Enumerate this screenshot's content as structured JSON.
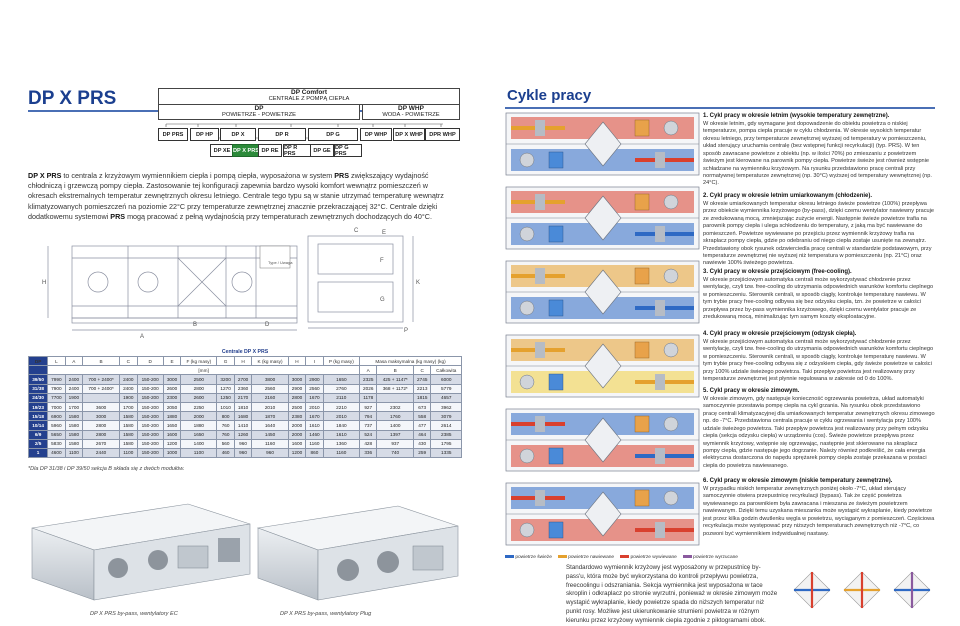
{
  "page": {
    "title_left": "DP X PRS",
    "title_right": "Cykle pracy"
  },
  "family": {
    "top": {
      "title": "DP Comfort",
      "sub": "CENTRALE Z POMPĄ CIEPŁA"
    },
    "dp": {
      "title": "DP",
      "sub": "POWIETRZE - POWIETRZE"
    },
    "whp": {
      "title": "DP WHP",
      "sub": "WODA - POWIETRZE"
    },
    "row1": [
      "DP PRS",
      "DP HP",
      "DP X",
      "DP R",
      "DP G",
      "DP WHP",
      "DP X WHP",
      "DPR WHP"
    ],
    "row2": [
      "DP XE",
      "DP X PRS",
      "DP RE",
      "DP R PRS",
      "DP GE",
      "DP G PRS"
    ]
  },
  "intro": {
    "bold_start": "DP X PRS",
    "text1": " to centrala z krzyżowym wymiennikiem ciepła i pompą ciepła, wyposażona w system ",
    "bold_mid": "PRS",
    "text2": " zwiększający wydajność chłodniczą i grzewczą pompy ciepła. Zastosowanie tej konfiguracji zapewnia bardzo wysoki komfort wewnątrz pomieszczeń w okresach ekstremalnych temperatur zewnętrznych okresu letniego. Centrale tego typu są w stanie utrzymać temperaturę wewnątrz klimatyzowanych pomieszczeń na poziomie 22°C przy temperaturze zewnętrznej znacznie przekraczającej 32°C. Centrale dzięki dodatkowemu systemowi ",
    "bold_end": "PRS",
    "text3": " mogą pracować z pełną wydajnością przy temperaturach zewnętrznych dochodzących do 40°C."
  },
  "drawing": {
    "dims": [
      "A",
      "B",
      "C",
      "D",
      "E",
      "F",
      "G",
      "H",
      "K",
      "P"
    ],
    "warning": "Type / Uwaga"
  },
  "table": {
    "title": "Centrale DP X PRS",
    "headers": [
      "DP",
      "L",
      "A",
      "B",
      "C",
      "D",
      "E",
      "F (kg masy)",
      "G",
      "H",
      "K (kg masy)",
      "H",
      "I",
      "P (kg masy)",
      "Masa maksymalna (kg masy) (kg)"
    ],
    "unit": "[mm]",
    "mass_sub": [
      "A",
      "B",
      "C",
      "Całkowita"
    ],
    "rows": [
      [
        "39/50",
        "7990",
        "2400",
        "700 + 2400*",
        "2400",
        "150-200",
        "3000",
        "2500",
        "3200",
        "2700",
        "3800",
        "3000",
        "2900",
        "1650",
        "2325",
        "425 + 1147*",
        "2745",
        "6000"
      ],
      [
        "31/38",
        "7900",
        "2400",
        "700 + 2400*",
        "2400",
        "150-200",
        "2600",
        "2800",
        "1270",
        "2360",
        "2560",
        "2900",
        "2560",
        "2760",
        "2026",
        "368 + 1172*",
        "2213",
        "5779"
      ],
      [
        "24/30",
        "7700",
        "1900",
        "",
        "1900",
        "150-200",
        "2300",
        "2600",
        "1250",
        "2170",
        "2160",
        "2800",
        "1670",
        "2110",
        "1178",
        "",
        "1815",
        "4657"
      ],
      [
        "19/23",
        "7000",
        "1700",
        "3600",
        "1700",
        "150-200",
        "2050",
        "2250",
        "1010",
        "1810",
        "2010",
        "2500",
        "2010",
        "2210",
        "927",
        "2302",
        "673",
        "3962"
      ],
      [
        "15/18",
        "6900",
        "1580",
        "3000",
        "1580",
        "150-200",
        "1880",
        "2000",
        "800",
        "1680",
        "1870",
        "2380",
        "1670",
        "2010",
        "794",
        "1760",
        "558",
        "3079"
      ],
      [
        "10/14",
        "5960",
        "1580",
        "2800",
        "1580",
        "150-200",
        "1650",
        "1880",
        "760",
        "1410",
        "1640",
        "2000",
        "1610",
        "1840",
        "737",
        "1400",
        "477",
        "2614"
      ],
      [
        "6/9",
        "5650",
        "1580",
        "2800",
        "1580",
        "150-200",
        "1600",
        "1650",
        "760",
        "1260",
        "1450",
        "2000",
        "1460",
        "1610",
        "524",
        "1397",
        "464",
        "2385"
      ],
      [
        "2/5",
        "5830",
        "1580",
        "2670",
        "1580",
        "150-200",
        "1200",
        "1400",
        "560",
        "960",
        "1160",
        "1600",
        "1160",
        "1360",
        "428",
        "937",
        "430",
        "1795"
      ],
      [
        "1",
        "4600",
        "1100",
        "2440",
        "1100",
        "150-200",
        "1000",
        "1100",
        "460",
        "960",
        "960",
        "1200",
        "860",
        "1160",
        "336",
        "740",
        "259",
        "1335"
      ]
    ],
    "footnote": "*Dla DP 31/38 i DP 39/50 sekcja B składa się z dwóch modułów."
  },
  "renders": {
    "left_caption": "DP X PRS by-pass, wentylatory EC",
    "right_caption": "DP X PRS by-pass, wentylatory Plug"
  },
  "cycles": [
    {
      "heading": "1. Cykl pracy w okresie letnim (wysokie temperatury zewnętrzne).",
      "body": "W okresie letnim, gdy wymagane jest dopowadzenie do obiektu powietrza o niskiej temperaturze, pompa ciepła pracuje w cyklu chłodzenia. W okresie wysokich temperatur okresu letniego, przy temperaturze zewnętrznej wyższej od temperatury w pomieszczeniu, układ sterujący uruchamia centralę (bez wstępnej funkcji recyrkulacji) (typ. PRS). W ten sposób zawracane powietrze z obiektu (np. w ilości 70%) po zmieszaniu z powietrzem świeżym jest kierowane na parownik pompy ciepła. Powietrze świeże jest również wstępnie schładzane na wymienniku krzyżowym. Na rysunku przedstawiono pracę centrali przy normatywnej temperaturze zewnętrznej (np. 30°C) wyższej od temperatury wewnętrznej (np. 24°C)."
    },
    {
      "heading": "2. Cykl pracy w okresie letnim umiarkowanym (chłodzenie).",
      "body": "W okresie umiarkowanych temperatur okresu letniego świeże powietrze (100%) przepływa przez obiekcie wymiennika krzyżowego (by-pass), dzięki czemu wentylator nawiewny pracuje ze zredukowaną mocą, zmniejszając zużycie energii. Następnie świeże powietrze trafia na parownik pompy ciepła i ulega schłodzeniu do temperatury, z jaką ma być nawiewane do pomieszczeń. Powietrze wywiewane po przejściu przez wymiennik krzyżowy trafia na skraplacz pompy ciepła, gdzie po odebraniu od niego ciepła zostaje usunięte na zewnątrz. Przedstawiony obok rysunek odzwierciedla pracę centrali w standardzie podstawowym, przy temperaturze zewnętrznej nie wyższej niż temperatura w pomieszczeniu (np. 21°C) oraz nawiewie 100% świeżego powietrza."
    },
    {
      "heading": "3. Cykl pracy w okresie przejściowym (free-cooling).",
      "body": "W okresie przejściowym automatyka centrali może wykorzystywać chłodzenie przez wentylację, czyli tzw. free-cooling do utrzymania odpowiednich warunków komfortu cieplnego w pomieszczeniu. Sterownik centrali, w sposób ciągły, kontroluje temperaturę nawiewu. W tym trybie pracy free-cooling odbywa się bez odzysku ciepła, tzn. że powietrze w całości przepływa przez by-pass wymiennika krzyżowego, dzięki czemu wentylator pracuje ze zredukowaną mocą, minimalizując tym samym koszty eksploatacyjne."
    },
    {
      "heading": "4. Cykl pracy w okresie przejściowym (odzysk ciepła).",
      "body": "W okresie przejściowym automatyka centrali może wykorzystywać chłodzenie przez wentylację, czyli tzw. free-cooling do utrzymania odpowiednich warunków komfortu cieplnego w pomieszczeniu. Sterownik centrali, w sposób ciągły, kontroluje temperaturę nawiewu. W tym trybie pracy free-cooling odbywa się z odzyskiem ciepła, gdy świeże powietrze w całości przy 100% udziale świeżego powietrza. Taki przepływ powietrza jest realizowany przy temperaturze zewnętrznej jest płynnie regulowana w zakresie od 0 do 100%."
    },
    {
      "heading": "5. Cykl pracy w okresie zimowym.",
      "body": "W okresie zimowym, gdy następuje konieczność ogrzewania powietrza, układ automatyki samoczynnie przestawia pompę ciepła na cykl grzania. Na rysunku obok przedstawiono pracę centrali klimatyzacyjnej dla umiarkowanych temperatur zewnętrznych okresu zimowego np. do -7°C. Przedstawiona centrala pracuje w cyklu ogrzewania i wentylacja przy 100% udziale świeżego powietrza. Taki przepływ powietrza jest realizowany przy pełnym odzysku ciepła (sekcja odzysku ciepła) w urządzeniu (cos). Świeże powietrze przepływa przez wymiennik krzyżowy, wstępnie się ogrzewając, następnie jest skierowane na skraplacz pompy ciepła, gdzie następuje jego dogrzanie. Należy również podkreślić, że cała energia elektryczna dostarczona do napędu sprężarek pompy ciepła zostaje przekazana w postaci ciepła do powietrza nawiewanego."
    },
    {
      "heading": "6. Cykl pracy w okresie zimowym (niskie temperatury zewnętrzne).",
      "body": "W przypadku niskich temperatur zewnętrznych poniżej około -7°C, układ sterujący samoczynnie otwiera przepustnicę recyrkulacji (bypass). Tak że część powietrza wywiewanego za parownikiem była zawracana i mieszana ze świeżym powietrzem nawiewanym. Dzięki temu uzyskana mieszanka może wystąpić wykraplanie, kiedy powietrze jest przez kilka godzin dwutlenku węgla w powietrzu, wyciąganym z pomieszczeń. Częściowa recyrkulacja może występować przy niższych temperaturach zewnętrznych niż -7°C, co pozwoni być wymiennikiem indywidualnej nastawy."
    }
  ],
  "legend": [
    "powietrze świeże",
    "powietrze nawiewane",
    "powietrze wywiewane",
    "powietrze wyrzucane"
  ],
  "bottom_para": "Standardowo wymiennik krzyżowy jest wyposażony w przepustnicę by-pass'u, która może być wykorzystana do kontroli przepływu powietrza, freecoolingu i odszraniania. Sekcja wymiennika jest wyposażona w tace skroplin i odkraplacz po stronie wyrzutni, ponieważ w okresie zimowym może wystąpić wykraplanie, kiedy powietrze spada do niższych temperatur niż punkt rosy. Możliwe jest ukierunkowanie strumieni powietrza w różnym kierunku przez krzyżowy wymiennik ciepła zgodnie z piktogramami obok."
}
